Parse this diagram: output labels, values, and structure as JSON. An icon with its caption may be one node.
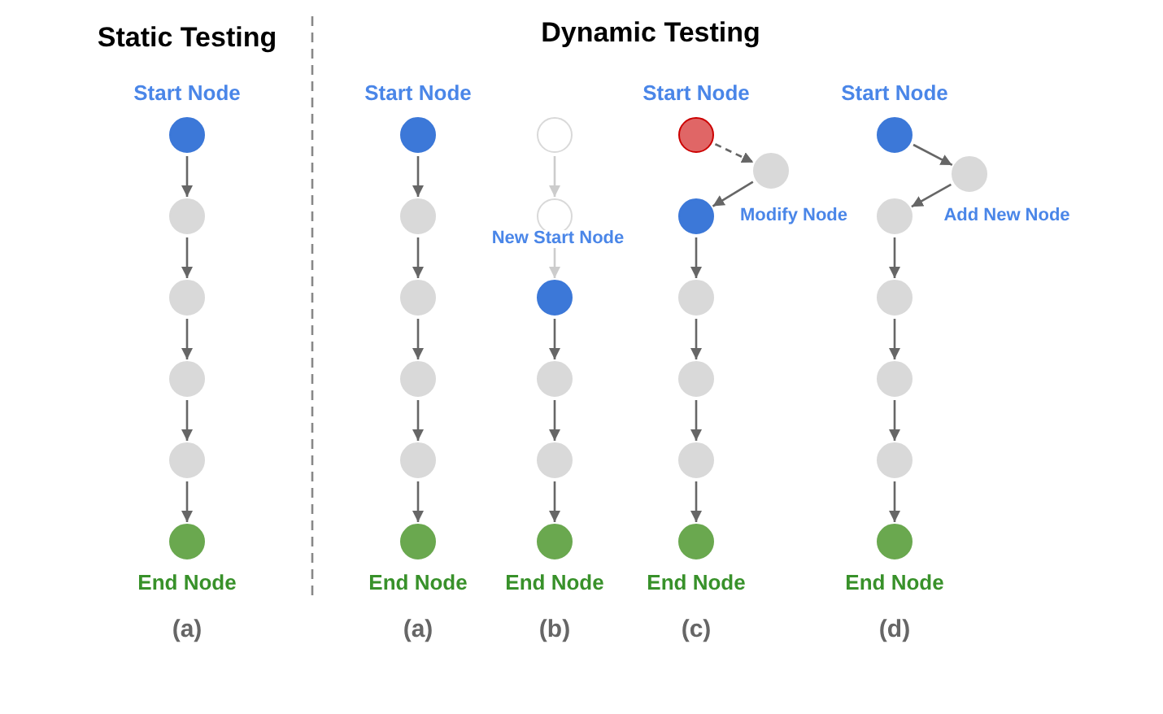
{
  "diagram": {
    "nodes": [
      {
        "text": [],
        "shape": "circle",
        "beside": [
          "Start Node"
        ]
      },
      {
        "text": [],
        "shape": "circle"
      },
      {
        "text": [],
        "shape": "circle"
      },
      {
        "text": [],
        "shape": "circle"
      },
      {
        "text": [],
        "shape": "circle"
      },
      {
        "text": [],
        "shape": "circle",
        "beside": [
          "End Node"
        ]
      },
      {
        "text": [],
        "shape": "circle",
        "beside": [
          "Start Node"
        ]
      },
      {
        "text": [],
        "shape": "circle"
      },
      {
        "text": [],
        "shape": "circle"
      },
      {
        "text": [],
        "shape": "circle"
      },
      {
        "text": [],
        "shape": "circle"
      },
      {
        "text": [],
        "shape": "circle",
        "beside": [
          "End Node"
        ]
      },
      {
        "text": [],
        "shape": "circle"
      },
      {
        "text": [],
        "shape": "circle"
      },
      {
        "text": [],
        "shape": "circle"
      },
      {
        "text": [],
        "shape": "circle"
      },
      {
        "text": [],
        "shape": "circle"
      },
      {
        "text": [],
        "shape": "circle",
        "beside": [
          "End Node"
        ]
      },
      {
        "text": [],
        "shape": "circle",
        "beside": [
          "Start Node"
        ]
      },
      {
        "text": [],
        "shape": "circle"
      },
      {
        "text": [],
        "shape": "circle",
        "beside": [
          "Modify Node"
        ]
      },
      {
        "text": [],
        "shape": "circle"
      },
      {
        "text": [],
        "shape": "circle"
      },
      {
        "text": [],
        "shape": "circle"
      },
      {
        "text": [],
        "shape": "circle",
        "beside": [
          "End Node"
        ]
      },
      {
        "text": [],
        "shape": "circle",
        "beside": [
          "Start Node"
        ]
      },
      {
        "text": [],
        "shape": "circle"
      },
      {
        "text": [],
        "shape": "circle"
      },
      {
        "text": [],
        "shape": "circle"
      },
      {
        "text": [],
        "shape": "circle"
      },
      {
        "text": [],
        "shape": "circle"
      },
      {
        "text": [],
        "shape": "circle",
        "beside": [
          "End Node"
        ]
      }
    ],
    "edges": [
      {
        "from": 0,
        "to": 1,
        "arrow": "to"
      },
      {
        "from": 1,
        "to": 2,
        "arrow": "to"
      },
      {
        "from": 2,
        "to": 3,
        "arrow": "to"
      },
      {
        "from": 3,
        "to": 4,
        "arrow": "to"
      },
      {
        "from": 4,
        "to": 5,
        "arrow": "to"
      },
      {
        "from": 6,
        "to": 7,
        "arrow": "to"
      },
      {
        "from": 7,
        "to": 8,
        "arrow": "to"
      },
      {
        "from": 8,
        "to": 9,
        "arrow": "to"
      },
      {
        "from": 9,
        "to": 10,
        "arrow": "to"
      },
      {
        "from": 10,
        "to": 11,
        "arrow": "to"
      },
      {
        "from": 12,
        "to": 13,
        "arrow": "to",
        "color": "#cccccc"
      },
      {
        "from": 13,
        "to": 14,
        "arrow": "to",
        "color": "#cccccc"
      },
      {
        "from": 14,
        "to": 15,
        "arrow": "to"
      },
      {
        "from": 15,
        "to": 16,
        "arrow": "to"
      },
      {
        "from": 16,
        "to": 17,
        "arrow": "to"
      },
      {
        "from": 18,
        "to": 19,
        "arrow": "to",
        "style": "dashed"
      },
      {
        "from": 19,
        "to": 20,
        "arrow": "to"
      },
      {
        "from": 20,
        "to": 21,
        "arrow": "to"
      },
      {
        "from": 21,
        "to": 22,
        "arrow": "to"
      },
      {
        "from": 22,
        "to": 23,
        "arrow": "to"
      },
      {
        "from": 23,
        "to": 24,
        "arrow": "to"
      },
      {
        "from": 25,
        "to": 26,
        "arrow": "to"
      },
      {
        "from": 26,
        "to": 27,
        "arrow": "to"
      },
      {
        "from": 27,
        "to": 28,
        "arrow": "to"
      },
      {
        "from": 28,
        "to": 29,
        "arrow": "to"
      },
      {
        "from": 29,
        "to": 30,
        "arrow": "to"
      },
      {
        "from": 30,
        "to": 31,
        "arrow": "to"
      }
    ],
    "labels": [
      "Static Testing",
      "Dynamic Testing",
      "Add New Node",
      "New Start Node",
      "(a)",
      "(a)",
      "(b)",
      "(c)",
      "(d)"
    ]
  }
}
